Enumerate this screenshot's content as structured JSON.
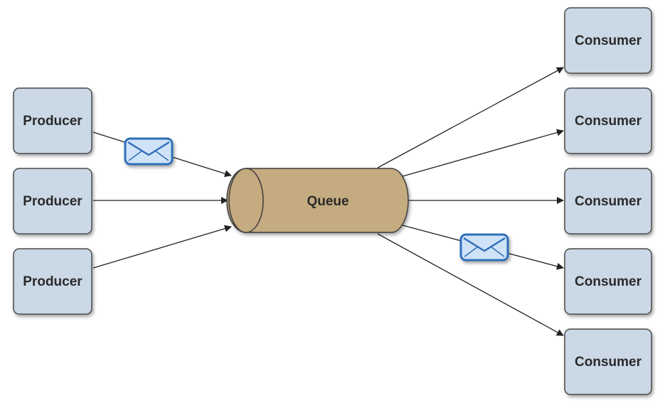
{
  "producers": [
    {
      "label": "Producer"
    },
    {
      "label": "Producer"
    },
    {
      "label": "Producer"
    }
  ],
  "queue": {
    "label": "Queue"
  },
  "consumers": [
    {
      "label": "Consumer"
    },
    {
      "label": "Consumer"
    },
    {
      "label": "Consumer"
    },
    {
      "label": "Consumer"
    },
    {
      "label": "Consumer"
    }
  ],
  "messages": [
    {
      "icon": "envelope-icon"
    },
    {
      "icon": "envelope-icon"
    }
  ],
  "colors": {
    "box_fill": "#cbd8e6",
    "box_stroke": "#4a4a4a",
    "queue_fill": "#c5ab80",
    "queue_stroke": "#3a3a3a",
    "envelope_fill": "#cfe2f7",
    "envelope_stroke": "#2f6fb8",
    "arrow": "#222222"
  }
}
